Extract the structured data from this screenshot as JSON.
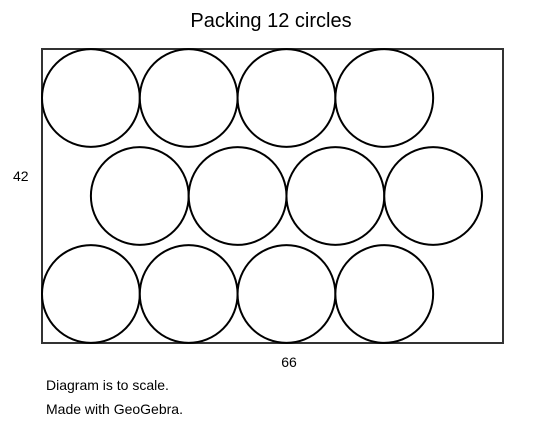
{
  "title": "Packing 12 circles",
  "container": {
    "width": 66,
    "height": 42,
    "width_label": "66",
    "height_label": "42"
  },
  "circles": {
    "count": 12,
    "radius": 7,
    "rows": [
      4,
      4,
      4
    ]
  },
  "notes": [
    "Diagram is to scale.",
    "Made with GeoGebra."
  ],
  "colors": {
    "stroke": "#000000",
    "fill": "#ffffff",
    "border": "#333333"
  }
}
